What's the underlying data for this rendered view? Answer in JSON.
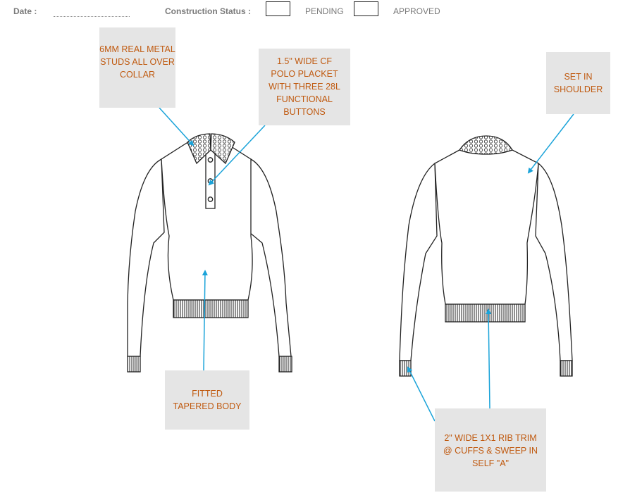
{
  "header": {
    "date_label": "Date :",
    "status_label": "Construction Status :",
    "pending_label": "PENDING",
    "approved_label": "APPROVED"
  },
  "callouts": {
    "collar": "6MM REAL METAL STUDS ALL OVER COLLAR",
    "placket": "1.5\" WIDE CF POLO PLACKET WITH THREE 28L FUNCTIONAL BUTTONS",
    "shoulder": "SET IN SHOULDER",
    "body": "FITTED TAPERED BODY",
    "rib": "2\" WIDE 1X1 RIB TRIM @ CUFFS & SWEEP IN SELF \"A\""
  },
  "colors": {
    "callout_text": "#c05a10",
    "callout_bg": "#e5e5e5",
    "arrow": "#1aa3d9"
  }
}
